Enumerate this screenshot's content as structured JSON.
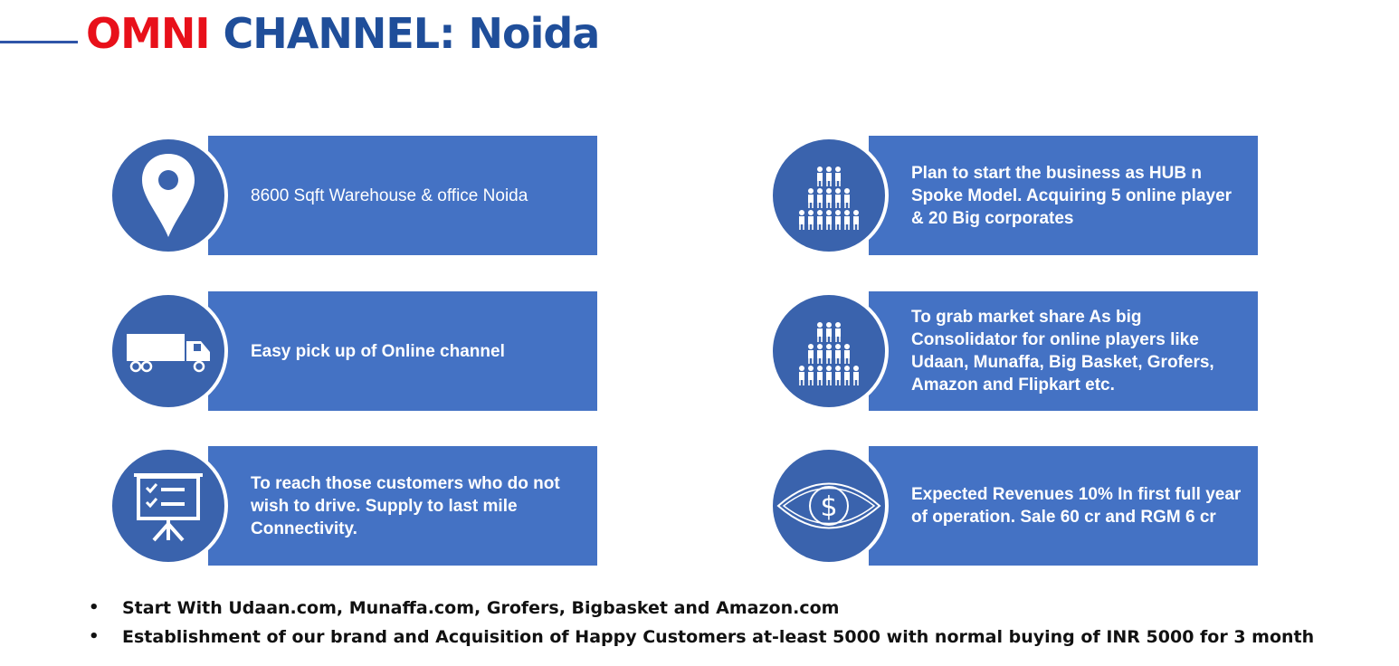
{
  "title": {
    "part1": "OMNI",
    "part2": "CHANNEL: Noida"
  },
  "cards": [
    {
      "icon": "location-pin-icon",
      "text": "8600 Sqft Warehouse & office Noida"
    },
    {
      "icon": "truck-icon",
      "text": "Easy pick up of Online channel"
    },
    {
      "icon": "presentation-board-icon",
      "text": "To reach those customers who do not wish to drive. Supply to last mile Connectivity."
    },
    {
      "icon": "people-pyramid-icon",
      "text": "Plan to start the business as HUB n Spoke Model. Acquiring 5 online player & 20 Big corporates"
    },
    {
      "icon": "people-pyramid-icon",
      "text": "To grab market share As big Consolidator for online players like Udaan, Munaffa, Big Basket, Grofers, Amazon and Flipkart etc."
    },
    {
      "icon": "dollar-eye-icon",
      "text": "Expected Revenues 10% In first full year of operation. Sale  60 cr and RGM 6 cr"
    }
  ],
  "bullets": [
    {
      "marker": "•",
      "text": "Start With Udaan.com, Munaffa.com, Grofers, Bigbasket and Amazon.com"
    },
    {
      "marker": "•",
      "text": "Establishment of our brand and Acquisition of Happy Customers at-least 5000 with normal buying of INR 5000 for 3 month"
    }
  ],
  "colors": {
    "title_red": "#e8101a",
    "title_blue": "#1f4e9a",
    "banner": "#4472c4",
    "circle": "#3a63ad"
  }
}
